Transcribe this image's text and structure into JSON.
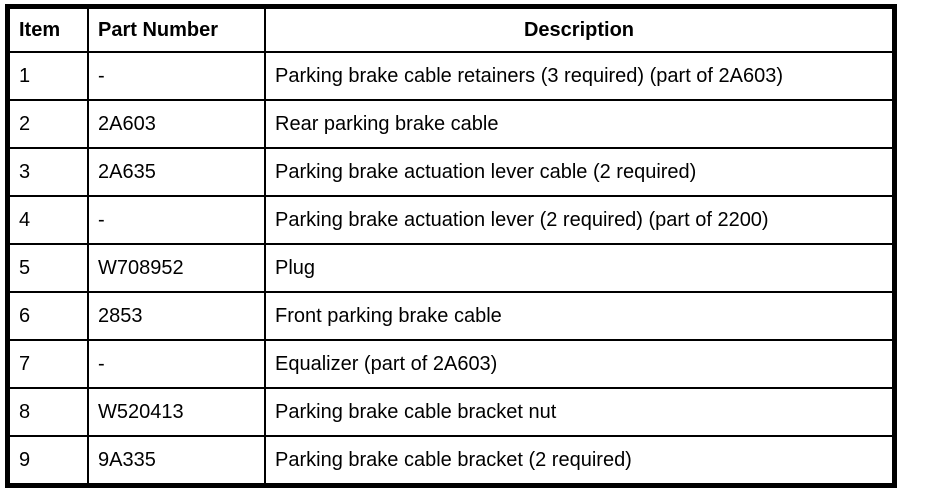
{
  "table": {
    "columns": [
      {
        "label": "Item"
      },
      {
        "label": "Part Number"
      },
      {
        "label": "Description"
      }
    ],
    "rows": [
      {
        "item": "1",
        "part_number": "-",
        "description": "Parking brake cable retainers (3 required) (part of 2A603)"
      },
      {
        "item": "2",
        "part_number": "2A603",
        "description": "Rear parking brake cable"
      },
      {
        "item": "3",
        "part_number": "2A635",
        "description": "Parking brake actuation lever cable (2 required)"
      },
      {
        "item": "4",
        "part_number": "-",
        "description": "Parking brake actuation lever (2 required) (part of 2200)"
      },
      {
        "item": "5",
        "part_number": "W708952",
        "description": "Plug"
      },
      {
        "item": "6",
        "part_number": "2853",
        "description": "Front parking brake cable"
      },
      {
        "item": "7",
        "part_number": "-",
        "description": "Equalizer (part of 2A603)"
      },
      {
        "item": "8",
        "part_number": "W520413",
        "description": "Parking brake cable bracket nut"
      },
      {
        "item": "9",
        "part_number": "9A335",
        "description": "Parking brake cable bracket (2 required)"
      }
    ]
  }
}
